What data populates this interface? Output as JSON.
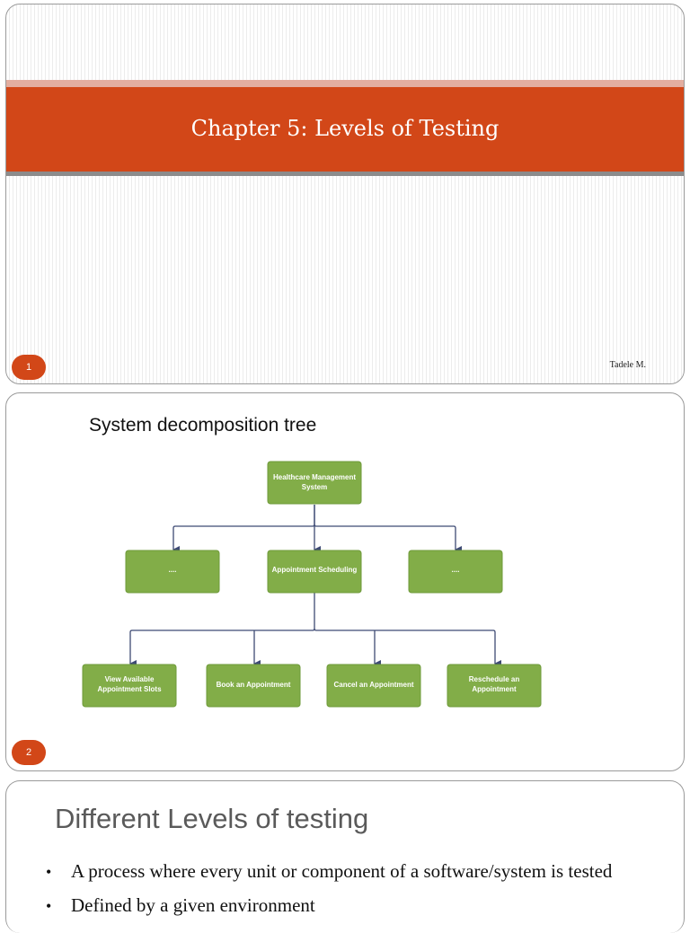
{
  "slide1": {
    "title": "Chapter 5: Levels of Testing",
    "slide_number": "1",
    "author": "Tadele M."
  },
  "slide2": {
    "heading": "System decomposition tree",
    "slide_number": "2",
    "tree": {
      "root": "Healthcare Management System",
      "level1": [
        "....",
        "Appointment Scheduling",
        "...."
      ],
      "level2": [
        "View Available Appointment Slots",
        "Book an Appointment",
        "Cancel an Appointment",
        "Reschedule an Appointment"
      ]
    },
    "colors": {
      "node": "#82ad48",
      "edge": "#3e4a74"
    }
  },
  "slide3": {
    "heading": "Different Levels of testing",
    "bullets": [
      "A process where every unit or component of a software/system is tested",
      "Defined by a given environment"
    ]
  },
  "theme": {
    "accent": "#d24718"
  }
}
